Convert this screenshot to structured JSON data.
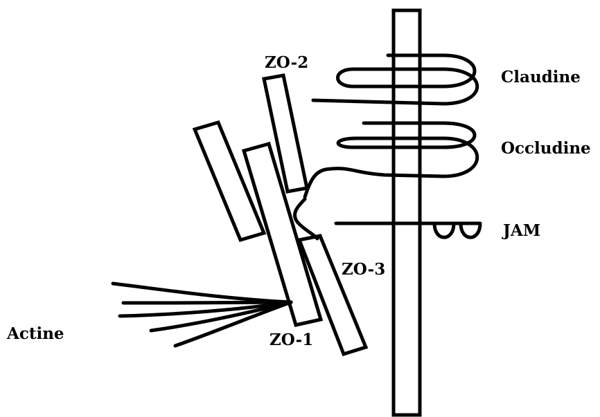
{
  "labels": {
    "zo2": "ZO-2",
    "claudine": "Claudine",
    "occludine": "Occludine",
    "jam": "JAM",
    "zo3": "ZO-3",
    "actine": "Actine",
    "zo1": "ZO-1"
  },
  "colors": {
    "ink": "#000000",
    "background": "#ffffff"
  }
}
